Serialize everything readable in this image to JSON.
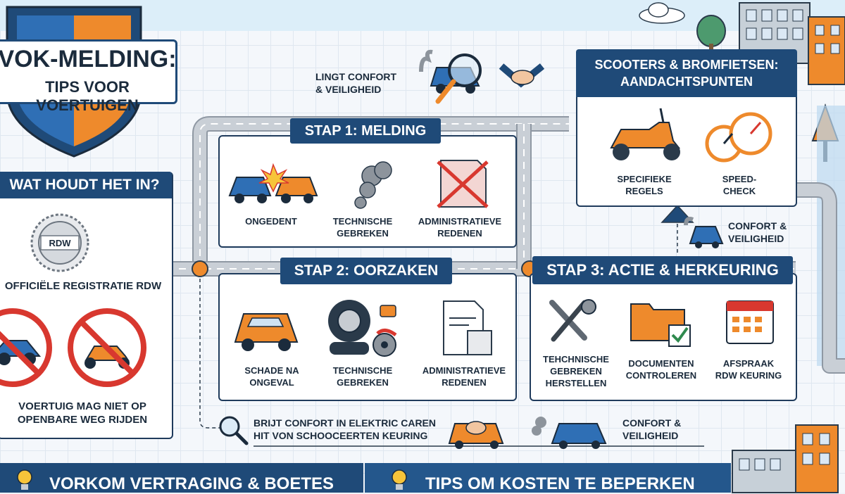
{
  "title": {
    "line1": "VOK-MELDING:",
    "line2": "TIPS VOOR VOERTUIGEN"
  },
  "left_panel": {
    "heading": "WAT HOUDT HET IN?",
    "seal_text": "RDW",
    "registration": "OFFICIËLE REGISTRATIE RDW",
    "ban_text": "VOERTUIG MAG NIET OP\nOPENBARE WEG RIJDEN"
  },
  "steps": [
    {
      "title": "STAP 1: MELDING",
      "items": [
        "ONGEDENT",
        "TECHNISCHE\nGEBREKEN",
        "ADMINISTRATIEVE\nREDENEN"
      ]
    },
    {
      "title": "STAP 2: OORZAKEN",
      "items": [
        "SCHADE NA\nONGEVAL",
        "TECHNISCHE\nGEBREKEN",
        "ADMINISTRATIEVE\nREDENEN"
      ]
    },
    {
      "title": "STAP 3: ACTIE & HERKEURING",
      "items": [
        "TEHCHNISCHE\nGEBREKEN\nHERSTELLEN",
        "DOCUMENTEN\nCONTROLEREN",
        "AFSPRAAK\nRDW KEURING"
      ]
    }
  ],
  "scooter_panel": {
    "title": "SCOOTERS & BROMFIETSEN:\nAANDACHTSPUNTEN",
    "items": [
      "SPECIFIEKE\nREGELS",
      "SPEED-\nCHECK"
    ]
  },
  "side_notes": {
    "top_note": "LINGT CONFORT\n& VEILIGHEID",
    "right_note": "CONFORT &\nVEILIGHEID",
    "bottom_note": "BRIJT CONFORT IN ELEKTRIC CAREN\nHIT VON SCHOOCEERTEN KEURING",
    "bottom_right_note": "CONFORT &\nVEILIGHEID"
  },
  "bottom_bar": {
    "left": "VORKOM VERTRAGING & BOETES",
    "right": "TIPS OM KOSTEN TE BEPERKEN"
  },
  "colors": {
    "navy": "#1f4a78",
    "orange": "#ee8a2c",
    "red": "#d8382f",
    "blue": "#2f6fb5",
    "road": "#c9cfd6"
  },
  "icons": [
    "shield-icon",
    "rdw-seal-icon",
    "no-car-icon",
    "no-scooter-icon",
    "car-crash-icon",
    "smoke-icon",
    "crossed-document-icon",
    "damaged-car-icon",
    "tire-icon",
    "brake-icon",
    "invoice-icon",
    "wrench-gear-icon",
    "folder-check-icon",
    "calendar-icon",
    "scooter-icon",
    "speedometer-icon",
    "magnifier-car-icon",
    "handshake-icon",
    "lightbulb-icon"
  ]
}
